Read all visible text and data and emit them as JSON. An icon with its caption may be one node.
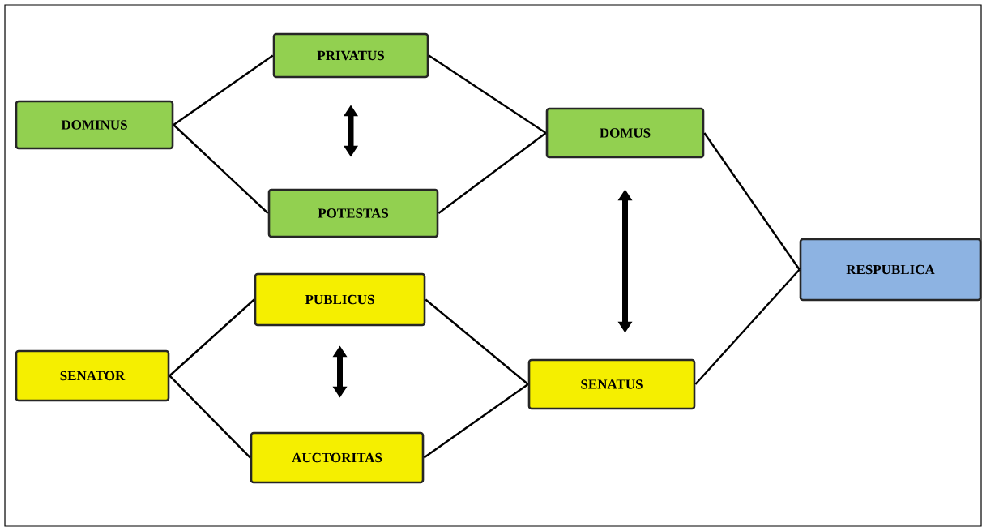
{
  "diagram": {
    "nodes": [
      {
        "text": [
          "DOMINUS"
        ]
      },
      {
        "text": [
          "PRIVATUS"
        ]
      },
      {
        "text": [
          "POTESTAS"
        ]
      },
      {
        "text": [
          "DOMUS"
        ]
      },
      {
        "text": [
          "RESPUBLICA"
        ]
      },
      {
        "text": [
          "SENATOR"
        ]
      },
      {
        "text": [
          "PUBLICUS"
        ]
      },
      {
        "text": [
          "AUCTORITAS"
        ]
      },
      {
        "text": [
          "SENATUS"
        ]
      }
    ],
    "edges": [
      {
        "from": 0,
        "to": 1,
        "arrow": "none"
      },
      {
        "from": 0,
        "to": 2,
        "arrow": "none"
      },
      {
        "from": 1,
        "to": 3,
        "arrow": "none"
      },
      {
        "from": 2,
        "to": 3,
        "arrow": "none"
      },
      {
        "from": 3,
        "to": 4,
        "arrow": "none"
      },
      {
        "from": 1,
        "to": 2,
        "arrow": "both",
        "style": "thick"
      },
      {
        "from": 3,
        "to": 8,
        "arrow": "both",
        "style": "thick"
      },
      {
        "from": 5,
        "to": 6,
        "arrow": "none"
      },
      {
        "from": 5,
        "to": 7,
        "arrow": "none"
      },
      {
        "from": 6,
        "to": 8,
        "arrow": "none"
      },
      {
        "from": 7,
        "to": 8,
        "arrow": "none"
      },
      {
        "from": 8,
        "to": 4,
        "arrow": "none"
      },
      {
        "from": 6,
        "to": 7,
        "arrow": "both",
        "style": "thick"
      }
    ]
  }
}
